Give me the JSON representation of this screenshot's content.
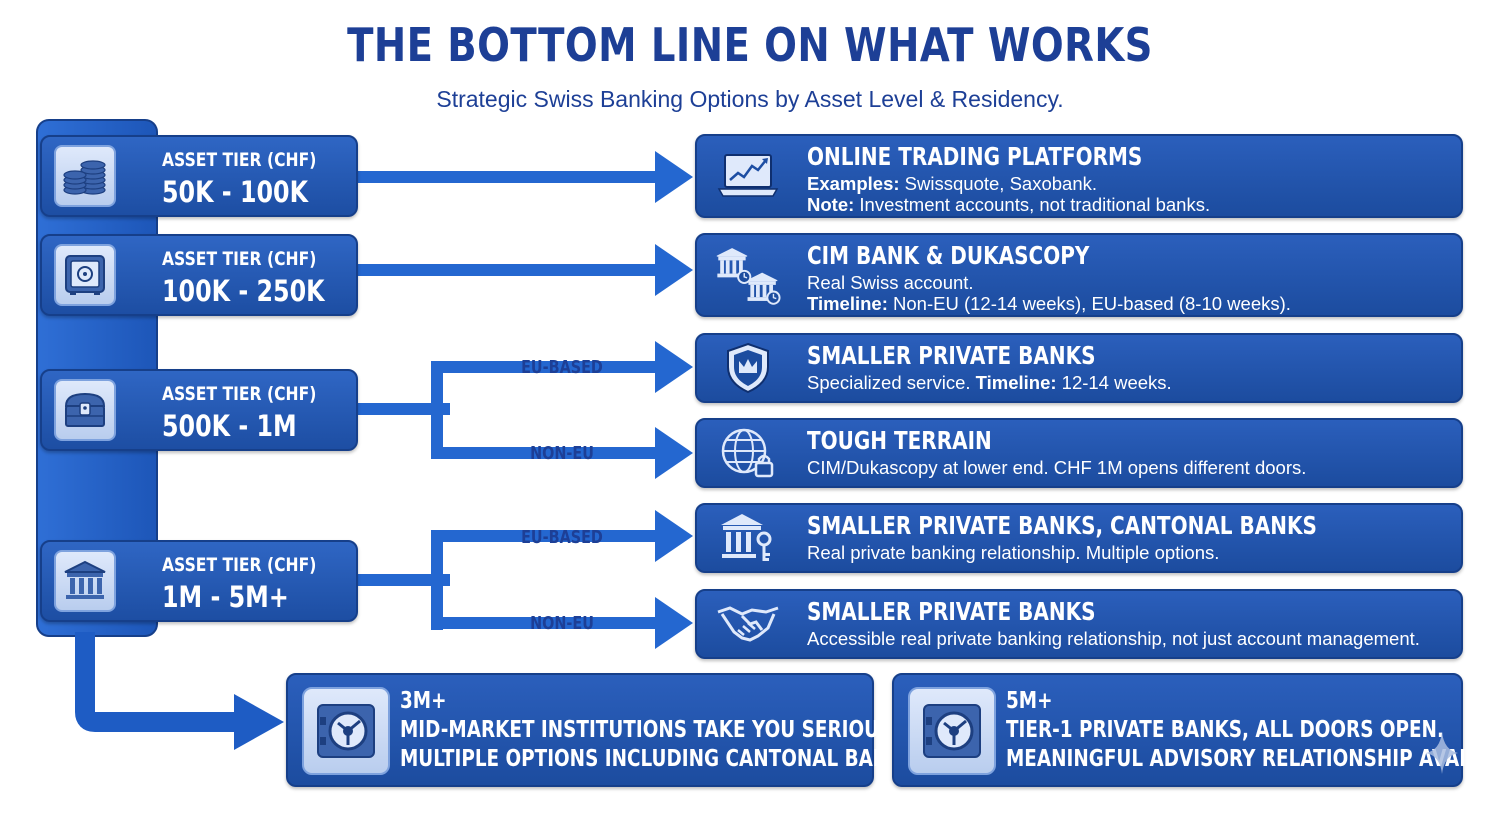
{
  "header": {
    "title": "THE BOTTOM LINE ON WHAT WORKS",
    "subtitle": "Strategic Swiss Banking Options by Asset Level & Residency."
  },
  "tiers": [
    {
      "label": "ASSET TIER (CHF)",
      "range": "50K - 100K",
      "icon": "coins-icon"
    },
    {
      "label": "ASSET TIER (CHF)",
      "range": "100K - 250K",
      "icon": "safe-icon"
    },
    {
      "label": "ASSET TIER (CHF)",
      "range": "500K - 1M",
      "icon": "treasure-chest-icon"
    },
    {
      "label": "ASSET TIER (CHF)",
      "range": "1M - 5M+",
      "icon": "bank-building-icon"
    }
  ],
  "branch_labels": {
    "eu": "EU-BASED",
    "non_eu": "NON-EU"
  },
  "options": {
    "online": {
      "title": "ONLINE TRADING PLATFORMS",
      "l1_key": "Examples:",
      "l1_val": " Swissquote, Saxobank.",
      "l2_key": "Note:",
      "l2_val": " Investment accounts, not traditional banks.",
      "icon": "laptop-chart-icon"
    },
    "cim": {
      "title": "CIM BANK & DUKASCOPY",
      "l1_val": "Real Swiss account.",
      "l2_key": "Timeline:",
      "l2_val": " Non-EU (12-14 weeks), EU-based (8-10 weeks).",
      "icon": "banks-clock-icon"
    },
    "smaller_eu": {
      "title": "SMALLER PRIVATE BANKS",
      "l1_a": "Specialized service. ",
      "l1_key": "Timeline:",
      "l1_val": " 12-14 weeks.",
      "icon": "crown-shield-icon"
    },
    "tough": {
      "title": "TOUGH TERRAIN",
      "l1_val": "CIM/Dukascopy at lower end. CHF 1M opens different doors.",
      "icon": "globe-lock-icon"
    },
    "cantonal": {
      "title": "SMALLER PRIVATE BANKS, CANTONAL BANKS",
      "l1_val": "Real private banking relationship. Multiple options.",
      "icon": "bank-key-icon"
    },
    "smaller_noneu": {
      "title": "SMALLER PRIVATE BANKS",
      "l1_val": "Accessible real private banking relationship, not just account management.",
      "icon": "handshake-icon"
    }
  },
  "bottom": [
    {
      "amount": "3M+",
      "line1": "MID-MARKET INSTITUTIONS TAKE YOU SERIOUSLY.",
      "line2": "MULTIPLE OPTIONS INCLUDING CANTONAL BANKS (EU).",
      "icon": "vault-icon"
    },
    {
      "amount": "5M+",
      "line1": "TIER-1 PRIVATE BANKS, ALL DOORS OPEN.",
      "line2": "MEANINGFUL ADVISORY RELATIONSHIP AVAILABLE.",
      "icon": "vault-icon"
    }
  ],
  "colors": {
    "primary": "#1d4ea3",
    "accent": "#2f6fd6",
    "title": "#1d3f96"
  }
}
